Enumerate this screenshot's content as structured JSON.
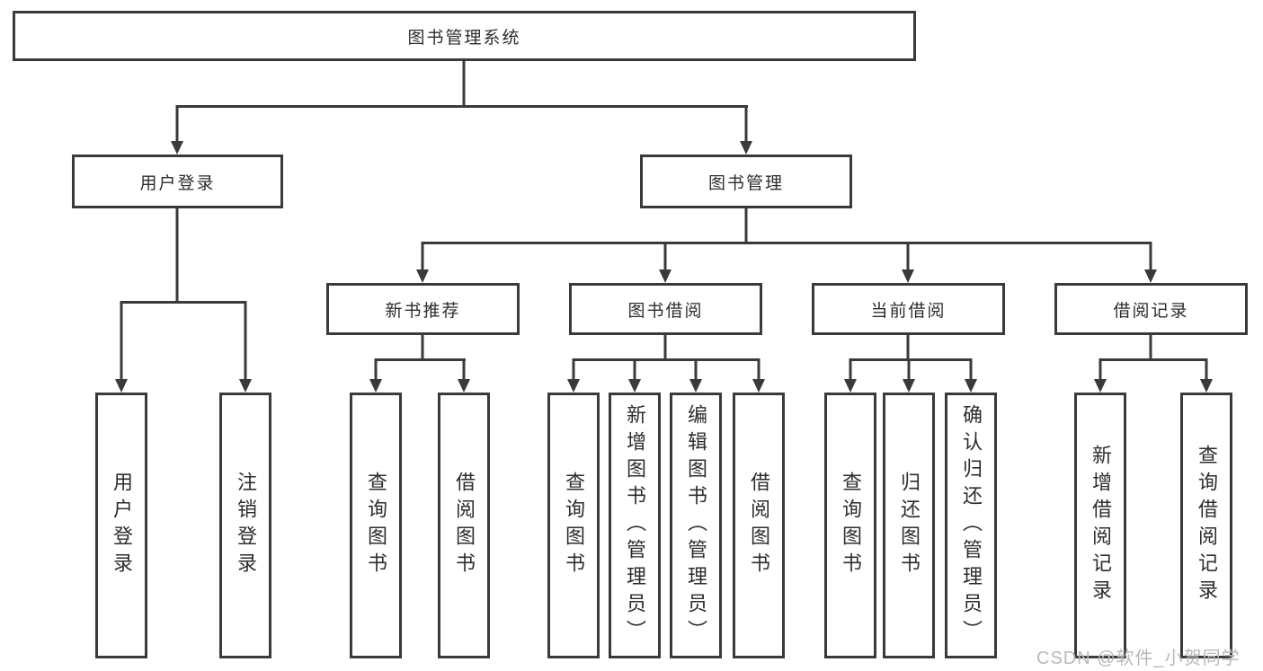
{
  "nodes": {
    "root": {
      "label": "图书管理系统"
    },
    "branches": [
      {
        "label": "用户登录"
      },
      {
        "label": "图书管理"
      }
    ],
    "modules": [
      {
        "label": "新书推荐"
      },
      {
        "label": "图书借阅"
      },
      {
        "label": "当前借阅"
      },
      {
        "label": "借阅记录"
      }
    ],
    "leaves": [
      {
        "label": "用户登录"
      },
      {
        "label": "注销登录"
      },
      {
        "label": "查询图书"
      },
      {
        "label": "借阅图书"
      },
      {
        "label": "查询图书"
      },
      {
        "label": "新增图书（管理员）"
      },
      {
        "label": "编辑图书（管理员）"
      },
      {
        "label": "借阅图书"
      },
      {
        "label": "查询图书"
      },
      {
        "label": "归还图书"
      },
      {
        "label": "确认归还（管理员）"
      },
      {
        "label": "新增借阅记录"
      },
      {
        "label": "查询借阅记录"
      }
    ]
  },
  "watermark": "CSDN @软件_小贺同学",
  "colors": {
    "line": "#3a3a3a",
    "text": "#2d2d2d",
    "watermark": "#b9b9b9",
    "background": "#ffffff"
  }
}
